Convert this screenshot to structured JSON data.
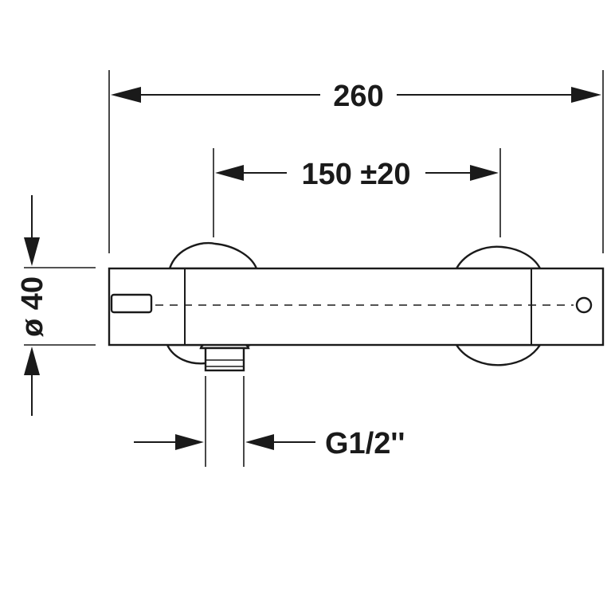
{
  "dimensions": {
    "overall_length": "260",
    "connection_spacing": "150 ±20",
    "body_diameter": "ø 40",
    "outlet_thread": "G1/2''"
  }
}
